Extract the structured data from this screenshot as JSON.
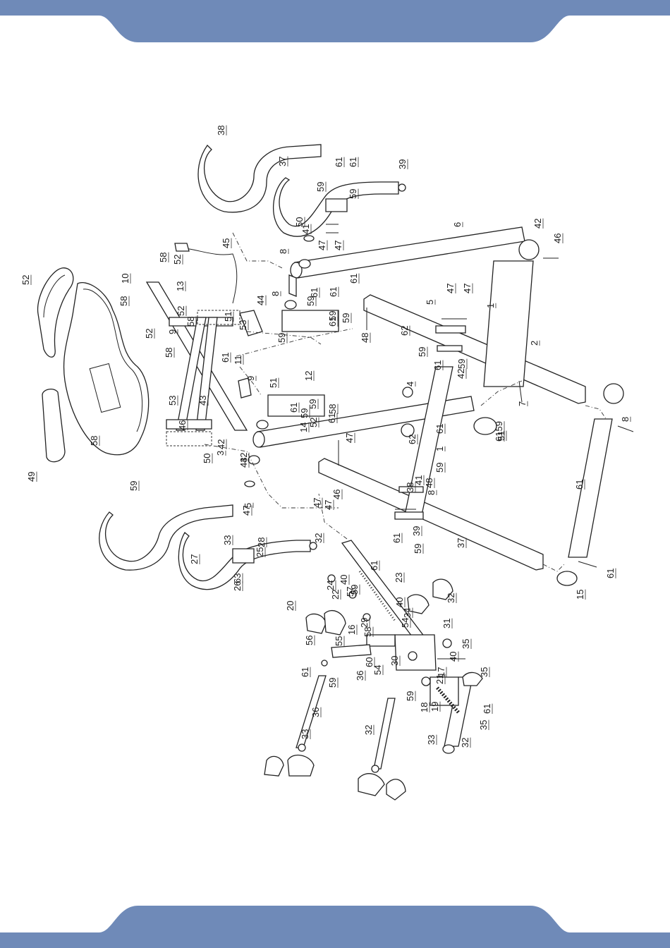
{
  "document": {
    "type": "exploded-parts-diagram",
    "header_color": "#6f8ab8",
    "background": "#ffffff"
  },
  "callouts": [
    "38",
    "37",
    "61",
    "61",
    "39",
    "59",
    "59",
    "41",
    "50",
    "47",
    "47",
    "42",
    "6",
    "8",
    "46",
    "45",
    "58",
    "52",
    "52",
    "10",
    "13",
    "44",
    "51",
    "53",
    "8",
    "61",
    "59",
    "61",
    "61",
    "59",
    "1",
    "47",
    "5",
    "47",
    "48",
    "62",
    "2",
    "59",
    "61",
    "59",
    "42",
    "51",
    "58",
    "52",
    "52",
    "58",
    "58",
    "9",
    "59",
    "61",
    "59",
    "61",
    "11",
    "9",
    "12",
    "51",
    "58",
    "53",
    "43",
    "46",
    "42",
    "4",
    "7",
    "8",
    "6159",
    "61",
    "59",
    "43",
    "61",
    "14",
    "61",
    "59",
    "58",
    "52",
    "62",
    "1",
    "48",
    "41",
    "49",
    "59",
    "8",
    "3",
    "50",
    "38",
    "61",
    "47",
    "5",
    "47",
    "46",
    "42",
    "37",
    "47",
    "59",
    "47",
    "61",
    "39",
    "59",
    "61",
    "15",
    "27",
    "33",
    "25",
    "28",
    "26",
    "32",
    "63",
    "61",
    "24",
    "23",
    "40",
    "59",
    "20",
    "32",
    "22",
    "57",
    "40",
    "16",
    "29",
    "56",
    "34",
    "31",
    "54",
    "58",
    "55",
    "35",
    "60",
    "40",
    "36",
    "30",
    "17",
    "54",
    "59",
    "21",
    "61",
    "35",
    "19",
    "18",
    "59",
    "61",
    "36",
    "35",
    "33",
    "32",
    "33",
    "32"
  ]
}
